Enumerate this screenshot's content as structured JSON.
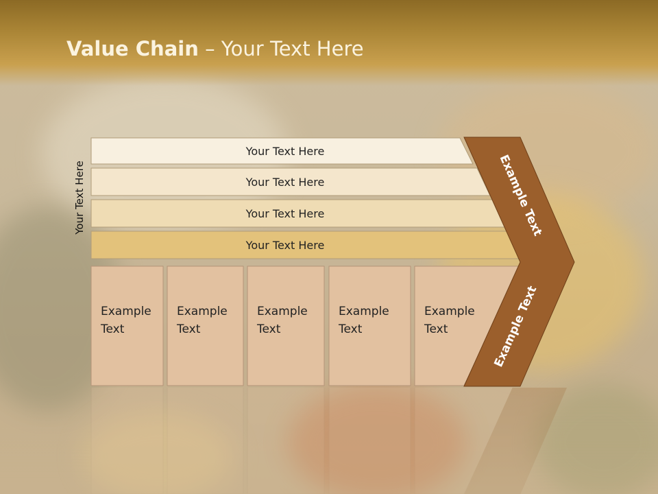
{
  "slide": {
    "title_bold": "Value Chain",
    "title_rest": " – Your Text Here",
    "side_label": "Your Text Here"
  },
  "bars": [
    {
      "label": "Your Text Here",
      "color": "#f8f0e0"
    },
    {
      "label": "Your Text Here",
      "color": "#f4e6cc"
    },
    {
      "label": "Your Text Here",
      "color": "#efdcb4"
    },
    {
      "label": "Your Text Here",
      "color": "#e3c27b"
    }
  ],
  "boxes": [
    {
      "line1": "Example",
      "line2": "Text"
    },
    {
      "line1": "Example",
      "line2": "Text"
    },
    {
      "line1": "Example",
      "line2": "Text"
    },
    {
      "line1": "Example",
      "line2": "Text"
    },
    {
      "line1": "Example",
      "line2": "Text"
    }
  ],
  "chevron": {
    "upper_label": "Example Text",
    "lower_label": "Example Text",
    "color": "#9b5f2c"
  },
  "colors": {
    "box_fill": "#e2c1a0",
    "box_stroke": "#b49478",
    "bar_stroke": "#b09c78",
    "title_text": "#fbf3df"
  }
}
